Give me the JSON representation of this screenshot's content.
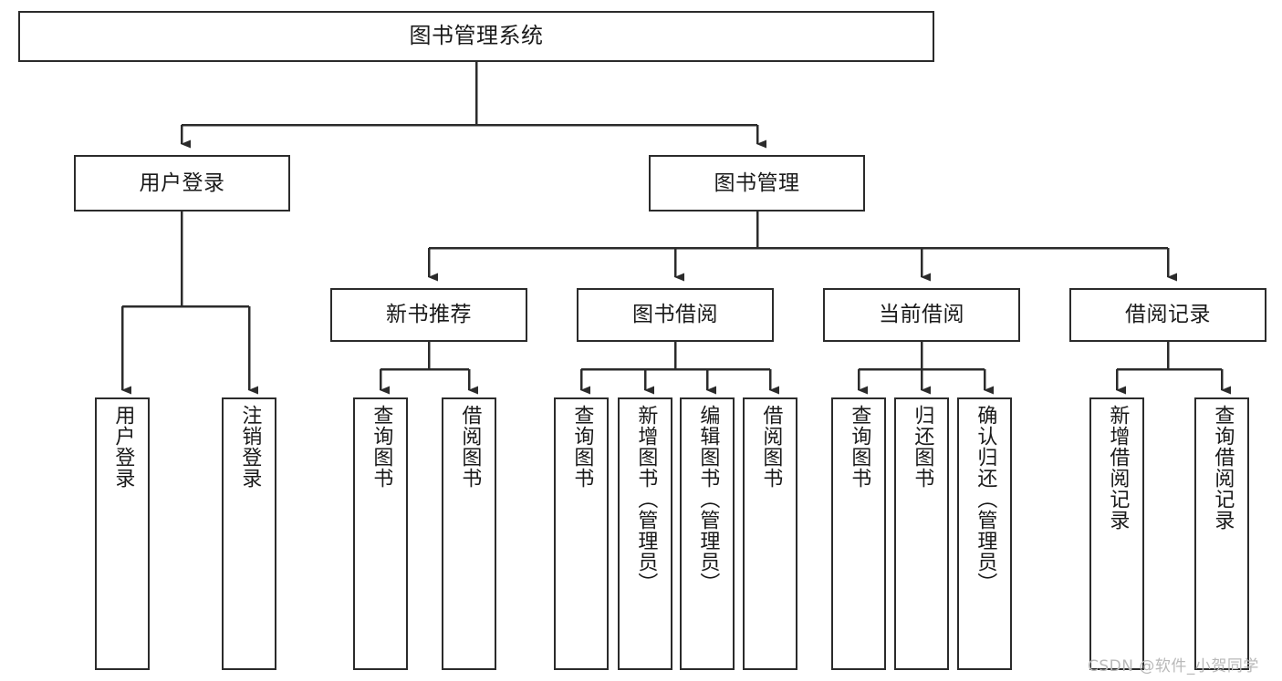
{
  "diagram": {
    "title": "图书管理系统",
    "type": "tree-hierarchy-chart",
    "watermark": "CSDN @软件_小贺同学",
    "colors": {
      "background": "#ffffff",
      "border": "#2b2b2b",
      "edge": "#2b2b2b",
      "text": "#1a1a1a",
      "watermark": "#b9b9b9"
    },
    "nodes": {
      "root": {
        "label": "图书管理系统"
      },
      "level2": [
        {
          "id": "user-login",
          "label": "用户登录"
        },
        {
          "id": "book-manage",
          "label": "图书管理"
        }
      ],
      "level3": [
        {
          "id": "new-book-recommend",
          "label": "新书推荐"
        },
        {
          "id": "book-borrow",
          "label": "图书借阅"
        },
        {
          "id": "current-borrow",
          "label": "当前借阅"
        },
        {
          "id": "borrow-record",
          "label": "借阅记录"
        }
      ],
      "leaves": {
        "user_login": [
          {
            "id": "leaf-user-login",
            "label": "用户登录"
          },
          {
            "id": "leaf-logout-login",
            "label": "注销登录"
          }
        ],
        "new_book_recommend": [
          {
            "id": "leaf-query-book-1",
            "label": "查询图书"
          },
          {
            "id": "leaf-borrow-book-1",
            "label": "借阅图书"
          }
        ],
        "book_borrow": [
          {
            "id": "leaf-query-book-2",
            "label": "查询图书"
          },
          {
            "id": "leaf-add-book",
            "label": "新增图书（管理员）"
          },
          {
            "id": "leaf-edit-book",
            "label": "编辑图书（管理员）"
          },
          {
            "id": "leaf-borrow-book-2",
            "label": "借阅图书"
          }
        ],
        "current_borrow": [
          {
            "id": "leaf-query-book-3",
            "label": "查询图书"
          },
          {
            "id": "leaf-return-book",
            "label": "归还图书"
          },
          {
            "id": "leaf-confirm-return",
            "label": "确认归还（管理员）"
          }
        ],
        "borrow_record": [
          {
            "id": "leaf-add-record",
            "label": "新增借阅记录"
          },
          {
            "id": "leaf-query-record",
            "label": "查询借阅记录"
          }
        ]
      }
    }
  }
}
